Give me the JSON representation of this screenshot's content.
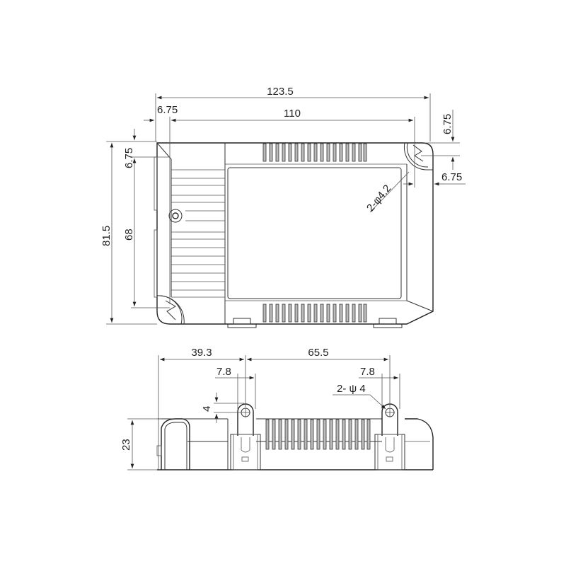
{
  "drawing": {
    "top_view": {
      "dims": {
        "overall_length": "123.5",
        "hole_spacing_length": "110",
        "left_offset": "6.75",
        "top_right_offset": "6.75",
        "right_offset": "6.75",
        "top_left_offset": "6.75",
        "overall_width": "81.5",
        "hole_spacing_width": "68",
        "hole_callout": "2-φ4.2"
      }
    },
    "side_view": {
      "dims": {
        "left_to_tab": "39.3",
        "tab_spacing": "65.5",
        "left_tab_width": "7.8",
        "right_tab_width": "7.8",
        "tab_hole_height": "4",
        "height": "23",
        "hole_callout": "2- ψ 4"
      }
    },
    "colors": {
      "line": "#333333",
      "slot_fill": "#bbbbbb",
      "background": "#ffffff"
    }
  }
}
